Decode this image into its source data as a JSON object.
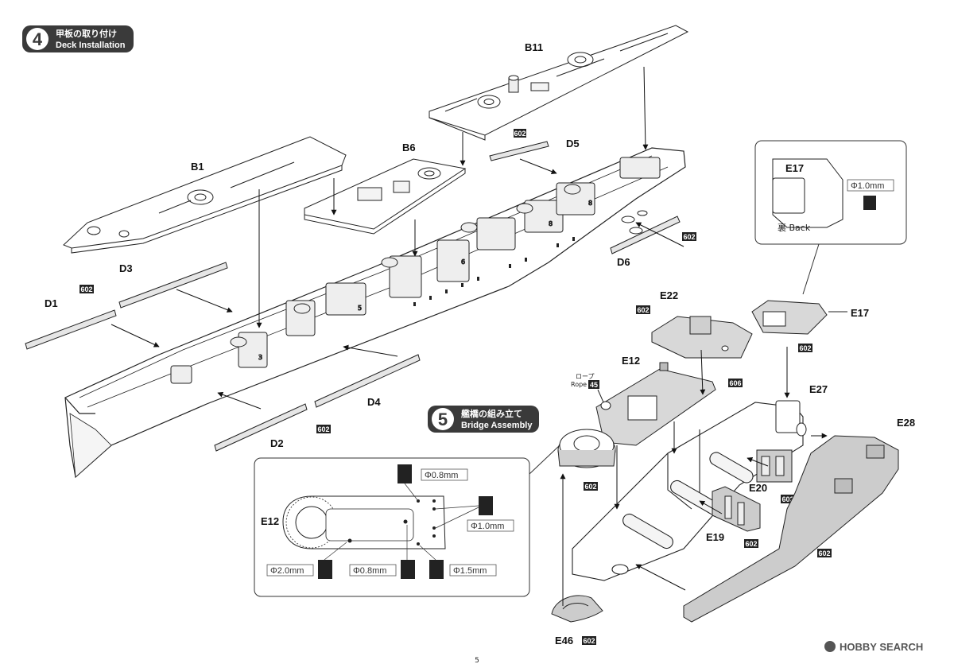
{
  "steps": {
    "deck": {
      "number": "4",
      "title_ja": "甲板の取り付け",
      "title_en": "Deck Installation"
    },
    "bridge": {
      "number": "5",
      "title_ja": "艦橋の組み立て",
      "title_en": "Bridge Assembly"
    }
  },
  "parts": {
    "b11": "B11",
    "b1": "B1",
    "b6": "B6",
    "d1": "D1",
    "d2": "D2",
    "d3": "D3",
    "d4": "D4",
    "d5": "D5",
    "d6": "D6",
    "e12": "E12",
    "e12_detail": "E12",
    "e17": "E17",
    "e17_detail": "E17",
    "e19": "E19",
    "e20": "E20",
    "e22": "E22",
    "e27": "E27",
    "e28": "E28",
    "e46": "E46"
  },
  "paint_codes": {
    "c602": "602",
    "c606": "606",
    "c45": "45"
  },
  "drill_sizes": {
    "d08_top": "Φ0.8mm",
    "d10_right": "Φ1.0mm",
    "d20": "Φ2.0mm",
    "d08_bottom": "Φ0.8mm",
    "d15": "Φ1.5mm",
    "d10_e17": "Φ1.0mm"
  },
  "annotations": {
    "rope_ja": "ロープ",
    "rope_en": "Rope",
    "back": "裏 Back"
  },
  "page_number": "5",
  "watermark": "HOBBY SEARCH"
}
